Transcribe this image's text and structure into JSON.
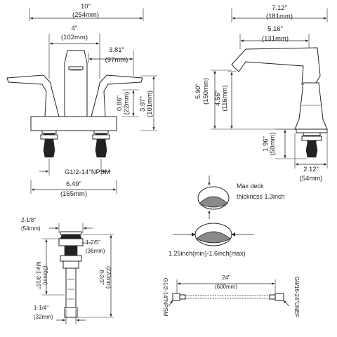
{
  "front_view": {
    "overall_width": "10\"",
    "overall_width_mm": "(254mm)",
    "center_spacing": "4\"",
    "center_spacing_mm": "(102mm)",
    "spout_reach": "3.81\"",
    "spout_reach_mm": "(97mm)",
    "handle_height": "0.86\"",
    "handle_height_mm": "(22mm)",
    "overall_height": "3.97\"",
    "overall_height_mm": "(101mm)",
    "thread": "G1/2-14\"NPSM",
    "base_width": "6.49\"",
    "base_width_mm": "(165mm)"
  },
  "side_view": {
    "depth": "7.12\"",
    "depth_mm": "(181mm)",
    "reach": "5.16\"",
    "reach_mm": "(131mm)",
    "total_height": "5.90\"",
    "total_height_mm": "(150mm)",
    "spout_height": "4.56\"",
    "spout_height_mm": "(116mm)",
    "shank_length": "1.96\"",
    "shank_length_mm": "(50mm)",
    "base_diameter": "2.12\"",
    "base_diameter_mm": "(54mm)"
  },
  "deck_notes": {
    "max_deck_line1": "Max deck",
    "max_deck_line2": "thickncss 1.3inch",
    "hole_range": "1.25inch(min)-1.6inch(max)"
  },
  "drain": {
    "cap_width": "2-1/8\"",
    "cap_width_mm": "(54mm)",
    "flange": "1-2/5\"",
    "flange_mm": "(36mm)",
    "min_length": "Min1-3/16\"",
    "min_length_mm": "(30mm)",
    "total_length": "8-2/3\"",
    "total_length_mm": "(220mm)",
    "tail_diameter": "1-1/4\"",
    "tail_diameter_mm": "(32mm)"
  },
  "hose": {
    "length": "24\"",
    "length_mm": "(600mm)",
    "left_thread": "G1/2-14\"NPSM",
    "right_thread": "G9/16-24\"UNEF"
  }
}
